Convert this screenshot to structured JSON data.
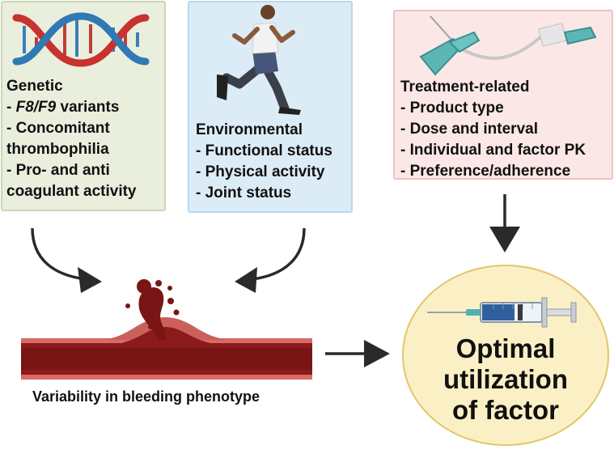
{
  "genetic": {
    "title": "Genetic",
    "line1_italic": "F8/F9",
    "line1_rest": " variants",
    "line2": "- Concomitant",
    "line3": "thrombophilia",
    "line4": "- Pro- and anti",
    "line5": "coagulant activity"
  },
  "environmental": {
    "title": "Environmental",
    "line1": "- Functional status",
    "line2": "- Physical activity",
    "line3": "- Joint status"
  },
  "treatment": {
    "title": "Treatment-related",
    "line1": "- Product type",
    "line2": "- Dose and interval",
    "line3": "- Individual and factor PK",
    "line4": "- Preference/adherence"
  },
  "phenotype_label": "Variability in bleeding phenotype",
  "outcome": {
    "line1": "Optimal",
    "line2": "utilization",
    "line3": "of factor"
  },
  "icons": [
    "dna-icon",
    "runner-icon",
    "butterfly-needle-icon",
    "blood-vessel-icon",
    "syringe-icon",
    "curved-arrow-icon",
    "arrow-icon"
  ],
  "colors": {
    "genetic_bg": "#e9efdc",
    "environmental_bg": "#dcecf6",
    "treatment_bg": "#fbe7e6",
    "outcome_bg": "#fbf0c5",
    "vessel": "#c0504d",
    "blood": "#7b1414"
  }
}
